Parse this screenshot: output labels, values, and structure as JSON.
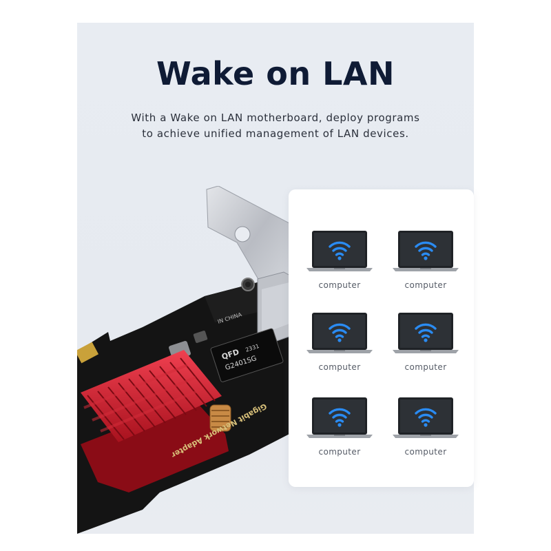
{
  "title": "Wake on LAN",
  "subtitle": [
    "With a Wake on LAN motherboard, deploy programs",
    "to achieve unified management of LAN devices."
  ],
  "board": {
    "chip_brand": "QFD",
    "chip_model": "G2401SG",
    "chip_code": "2331",
    "made_in": "IN CHINA",
    "edge_text": "Gigabit Network Adapter"
  },
  "devices": [
    {
      "label": "computer"
    },
    {
      "label": "computer"
    },
    {
      "label": "computer"
    },
    {
      "label": "computer"
    },
    {
      "label": "computer"
    },
    {
      "label": "computer"
    }
  ],
  "colors": {
    "panel_bg": "#e8ecf2",
    "title": "#0f1b35",
    "wifi": "#2a8bf2",
    "heatsink": "#c81e2c",
    "pcb": "#141414",
    "bracket": "#c9ccd2"
  },
  "icons": {
    "device": "laptop-icon",
    "signal": "wifi-icon"
  }
}
